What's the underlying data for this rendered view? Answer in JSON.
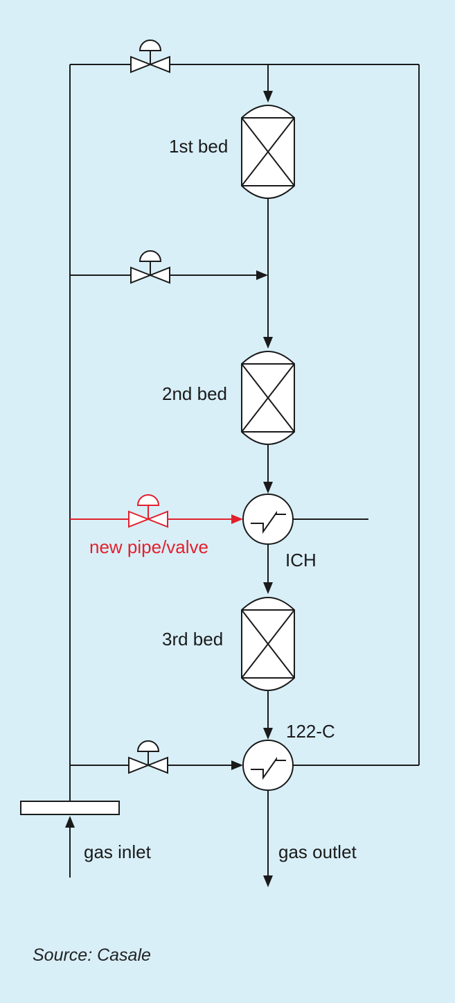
{
  "diagram": {
    "labels": {
      "bed1": "1st bed",
      "bed2": "2nd bed",
      "bed3": "3rd bed",
      "ich": "ICH",
      "exchanger": "122-C",
      "gas_inlet": "gas inlet",
      "gas_outlet": "gas outlet",
      "new_pipe_valve": "new pipe/valve"
    },
    "source": "Source: Casale"
  },
  "colors": {
    "background": "#d8eff8",
    "line": "#1a1a1a",
    "highlight": "#e2202c",
    "fill": "#ffffff"
  }
}
